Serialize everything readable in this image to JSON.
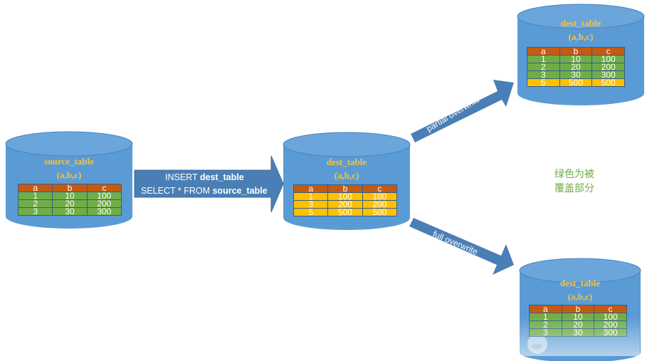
{
  "header_labels": [
    "a",
    "b",
    "c"
  ],
  "source": {
    "name": "source_table",
    "cols": "(a,b,c)",
    "rows": [
      [
        "1",
        "10",
        "100"
      ],
      [
        "2",
        "20",
        "200"
      ],
      [
        "3",
        "30",
        "300"
      ]
    ],
    "row_colors": [
      "green",
      "green",
      "green"
    ]
  },
  "dest_mid": {
    "name": "dest_table",
    "cols": "(a,b,c)",
    "rows": [
      [
        "1",
        "100",
        "100"
      ],
      [
        "3",
        "200",
        "200"
      ],
      [
        "5",
        "500",
        "500"
      ]
    ],
    "row_colors": [
      "yellow",
      "yellow",
      "yellow"
    ]
  },
  "dest_partial": {
    "name": "dest_table",
    "cols": "(a,b,c)",
    "rows": [
      [
        "1",
        "10",
        "100"
      ],
      [
        "2",
        "20",
        "200"
      ],
      [
        "3",
        "30",
        "300"
      ],
      [
        "5",
        "500",
        "500"
      ]
    ],
    "row_colors": [
      "green",
      "green",
      "green",
      "yellow"
    ]
  },
  "dest_full": {
    "name": "dest_table",
    "cols": "(a,b,c)",
    "rows": [
      [
        "1",
        "10",
        "100"
      ],
      [
        "2",
        "20",
        "200"
      ],
      [
        "3",
        "30",
        "300"
      ]
    ],
    "row_colors": [
      "green",
      "green",
      "green"
    ]
  },
  "insert_arrow": {
    "line1_kw": "INSERT ",
    "line1_tbl": "dest_table",
    "line2_kw": "SELECT * FROM ",
    "line2_tbl": "source_table"
  },
  "partial_label": "partial overwrite",
  "full_label": "full overwrite",
  "note": {
    "line1": "绿色为被",
    "line2": "覆盖部分"
  },
  "colors": {
    "cylinder": "#5b9bd5",
    "cylinder_top": "#5f9fd8",
    "arrow": "#4a7fb5",
    "header": "#c55a11",
    "overwritten": "#70ad47",
    "existing": "#ffc000",
    "title": "#f5c242"
  }
}
